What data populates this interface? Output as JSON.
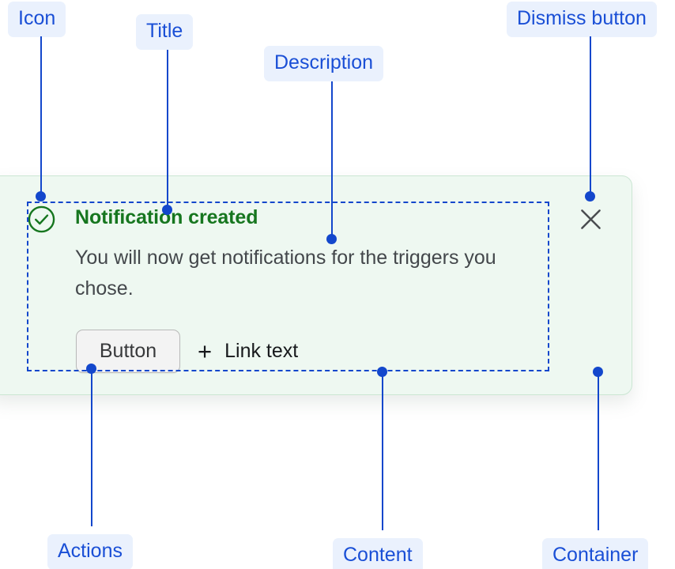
{
  "notification": {
    "icon": "check-circle-icon",
    "title": "Notification created",
    "description": "You will now get notifications for the triggers you chose.",
    "actions": {
      "button_label": "Button",
      "link_plus_glyph": "+",
      "link_label": "Link text"
    },
    "dismiss_icon": "close-icon"
  },
  "annotations": {
    "icon": "Icon",
    "title": "Title",
    "description": "Description",
    "dismiss_button": "Dismiss button",
    "actions": "Actions",
    "content": "Content",
    "container": "Container"
  },
  "colors": {
    "annotation_text": "#1a4fd6",
    "annotation_pill_bg": "#eaf1fd",
    "connector": "#1347cc",
    "card_bg": "#eef8f1",
    "card_border": "#cbe6d3",
    "success_green": "#16761f",
    "description_text": "#43474b",
    "button_bg": "#f3f3f3",
    "button_border": "#b9b9b9",
    "link_text": "#17191c",
    "dismiss_icon": "#4a4d50"
  }
}
